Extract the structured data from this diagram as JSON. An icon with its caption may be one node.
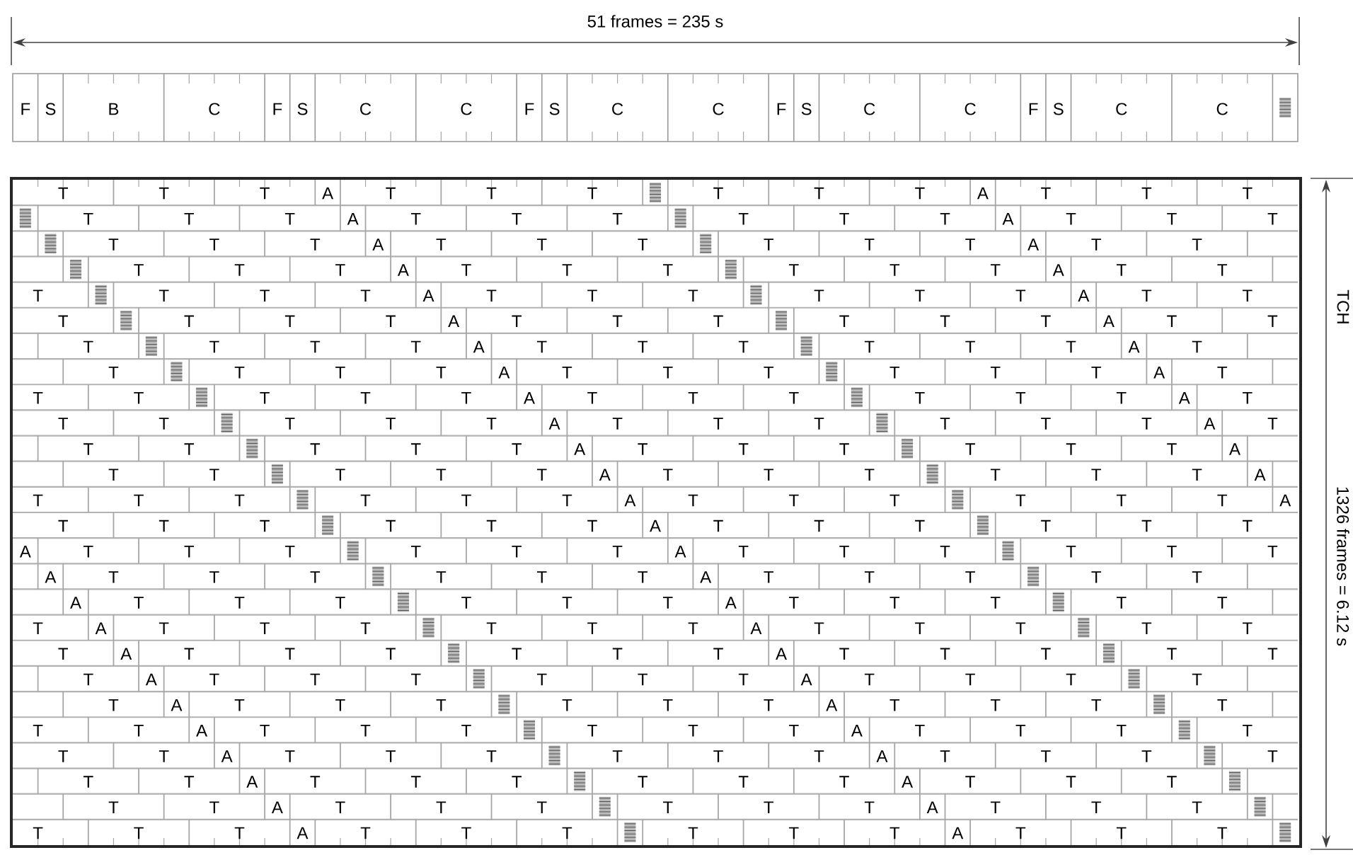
{
  "diagram": {
    "labels": [
      "51 frames = 235 s",
      "F",
      "S",
      "B",
      "C",
      "F",
      "S",
      "C",
      "C",
      "F",
      "S",
      "C",
      "C",
      "F",
      "S",
      "C",
      "C",
      "F",
      "S",
      "C",
      "C",
      "TCH",
      "1326 frames = 6.12 s",
      "T",
      "T",
      "T",
      "A",
      "T",
      "T",
      "T",
      "T",
      "T",
      "T",
      "A",
      "T",
      "T",
      "T",
      "T",
      "T",
      "T",
      "A",
      "T",
      "T",
      "T",
      "T",
      "T",
      "T",
      "A",
      "T",
      "T",
      "T",
      "T",
      "T",
      "T",
      "A",
      "T",
      "T",
      "T",
      "T",
      "T",
      "T",
      "A",
      "T",
      "T",
      "T",
      "T",
      "T",
      "A",
      "T",
      "T",
      "T",
      "T",
      "T",
      "T",
      "A",
      "T",
      "T",
      "T",
      "T",
      "T",
      "T",
      "A",
      "T",
      "T",
      "T",
      "T",
      "T",
      "T",
      "A",
      "T",
      "T",
      "T",
      "T",
      "T",
      "T",
      "A",
      "T",
      "T",
      "T",
      "T",
      "T",
      "T",
      "A",
      "T",
      "T",
      "T",
      "T",
      "T",
      "T",
      "A",
      "T",
      "T",
      "T",
      "T",
      "T",
      "T",
      "A",
      "T",
      "T",
      "T",
      "T",
      "T",
      "A",
      "T",
      "T",
      "T",
      "T",
      "T",
      "T",
      "A",
      "T",
      "T",
      "T",
      "T",
      "T",
      "T",
      "A",
      "T",
      "T",
      "T",
      "T",
      "T",
      "T",
      "A",
      "T",
      "T",
      "T",
      "T",
      "T",
      "T",
      "A",
      "T",
      "T",
      "T",
      "T",
      "T",
      "T",
      "A",
      "T",
      "T",
      "T",
      "T",
      "T",
      "T",
      "A",
      "T",
      "T",
      "T",
      "T",
      "T",
      "T",
      "A",
      "T",
      "T",
      "T",
      "T",
      "T",
      "A",
      "T",
      "T",
      "T",
      "T",
      "T",
      "T",
      "A",
      "T",
      "T",
      "T",
      "T",
      "T",
      "T",
      "A",
      "T",
      "T",
      "T",
      "T",
      "T",
      "T",
      "A",
      "T",
      "T",
      "T",
      "T",
      "T",
      "T",
      "A",
      "T",
      "T",
      "T",
      "T",
      "T",
      "T",
      "A",
      "T",
      "T",
      "T",
      "T",
      "T",
      "T",
      "A",
      "T",
      "T",
      "T",
      "T",
      "T",
      "T",
      "A",
      "T",
      "T",
      "T",
      "T",
      "T",
      "T",
      "A",
      "T",
      "T",
      "T",
      "T",
      "T",
      "A",
      "T",
      "T",
      "T",
      "T",
      "T",
      "T",
      "A",
      "T",
      "T",
      "T",
      "T",
      "T",
      "T",
      "A",
      "T",
      "T",
      "T",
      "T",
      "T",
      "T",
      "A",
      "T",
      "T",
      "T",
      "T",
      "T",
      "T",
      "A",
      "T",
      "T",
      "T",
      "T",
      "T",
      "T",
      "A",
      "T",
      "T",
      "T",
      "T",
      "T",
      "T",
      "A",
      "T",
      "T",
      "T",
      "T",
      "T",
      "T",
      "A",
      "T",
      "T",
      "T",
      "T",
      "T",
      "A",
      "T",
      "T",
      "T",
      "T",
      "T",
      "T",
      "A",
      "T",
      "T",
      "T",
      "T",
      "T",
      "T",
      "A",
      "T",
      "T",
      "T",
      "T",
      "T",
      "T",
      "A",
      "T",
      "T",
      "T",
      "T",
      "T",
      "T",
      "A",
      "T",
      "T",
      "T",
      "T",
      "T",
      "T",
      "A",
      "T",
      "T",
      "T",
      "T",
      "T",
      "T",
      "A",
      "T",
      "T",
      "T",
      "T",
      "T",
      "T",
      "A",
      "T",
      "T",
      "T",
      "T",
      "T",
      "A",
      "T",
      "T",
      "T",
      "T",
      "T",
      "T",
      "A",
      "T",
      "T",
      "T",
      "T",
      "T",
      "T",
      "A",
      "T",
      "T",
      "T",
      "T",
      "T",
      "T",
      "A",
      "T",
      "T",
      "T"
    ]
  }
}
